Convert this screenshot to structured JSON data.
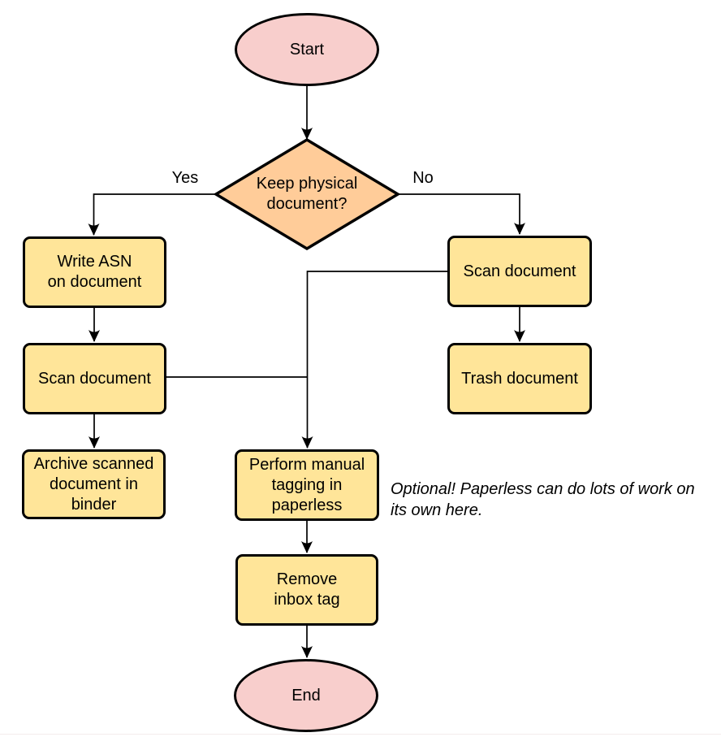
{
  "colors": {
    "terminal_fill": "#F8CECC",
    "decision_fill": "#FFCC99",
    "process_fill": "#FFE599",
    "stroke": "#000000",
    "text": "#000000",
    "page_edge": "#F3ECEC"
  },
  "nodes": {
    "start": {
      "type": "terminal",
      "label": "Start"
    },
    "decision": {
      "type": "decision",
      "label": "Keep physical\ndocument?"
    },
    "write_asn": {
      "type": "process",
      "label": "Write ASN\non document"
    },
    "scan_keep": {
      "type": "process",
      "label": "Scan document"
    },
    "archive": {
      "type": "process",
      "label": "Archive scanned\ndocument in\nbinder"
    },
    "scan_discard": {
      "type": "process",
      "label": "Scan document"
    },
    "trash": {
      "type": "process",
      "label": "Trash document"
    },
    "tagging": {
      "type": "process",
      "label": "Perform manual\ntagging in\npaperless"
    },
    "remove_inbox": {
      "type": "process",
      "label": "Remove\ninbox tag"
    },
    "end": {
      "type": "terminal",
      "label": "End"
    }
  },
  "edges": [
    {
      "from": "start",
      "to": "decision",
      "label": ""
    },
    {
      "from": "decision",
      "to": "write_asn",
      "label": "Yes"
    },
    {
      "from": "decision",
      "to": "scan_discard",
      "label": "No"
    },
    {
      "from": "write_asn",
      "to": "scan_keep",
      "label": ""
    },
    {
      "from": "scan_keep",
      "to": "archive",
      "label": ""
    },
    {
      "from": "scan_discard",
      "to": "trash",
      "label": ""
    },
    {
      "from": "scan_keep",
      "to": "tagging",
      "label": ""
    },
    {
      "from": "scan_discard",
      "to": "tagging",
      "label": ""
    },
    {
      "from": "tagging",
      "to": "remove_inbox",
      "label": ""
    },
    {
      "from": "remove_inbox",
      "to": "end",
      "label": ""
    }
  ],
  "note": {
    "text": "Optional! Paperless can do lots of work on\nits own here."
  }
}
